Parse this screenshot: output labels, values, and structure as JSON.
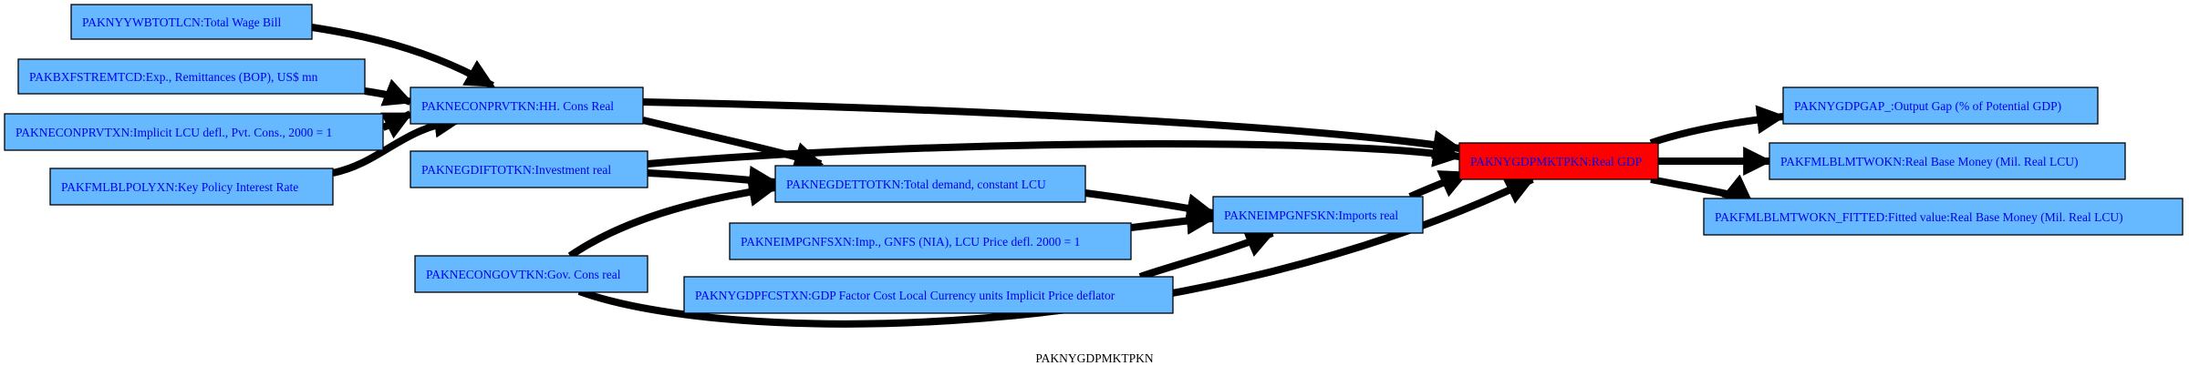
{
  "graph": {
    "caption": "PAKNYGDPMKTPKN",
    "colors": {
      "node_fill": "#66b8ff",
      "highlight_fill": "#ff0000",
      "node_text": "#0000ee",
      "edge": "#000000"
    },
    "nodes": [
      {
        "id": "wage",
        "label": "PAKNYYWBTOTLCN:Total Wage Bill"
      },
      {
        "id": "remit",
        "label": "PAKBXFSTREMTCD:Exp., Remittances (BOP), US$ mn"
      },
      {
        "id": "defl",
        "label": "PAKNECONPRVTXN:Implicit LCU defl., Pvt. Cons., 2000 = 1"
      },
      {
        "id": "policy",
        "label": "PAKFMLBLPOLYXN:Key Policy Interest Rate"
      },
      {
        "id": "hh",
        "label": "PAKNECONPRVTKN:HH. Cons Real"
      },
      {
        "id": "inv",
        "label": "PAKNEGDIFTOTKN:Investment real"
      },
      {
        "id": "gov",
        "label": "PAKNECONGOVTKN:Gov. Cons real"
      },
      {
        "id": "td",
        "label": "PAKNEGDETTOTKN:Total demand, constant LCU"
      },
      {
        "id": "impd",
        "label": "PAKNEIMPGNFSXN:Imp., GNFS (NIA), LCU Price defl. 2000 = 1"
      },
      {
        "id": "gdpfc",
        "label": "PAKNYGDPFCSTXN:GDP Factor Cost Local Currency units Implicit Price deflator"
      },
      {
        "id": "imp",
        "label": "PAKNEIMPGNFSKN:Imports real"
      },
      {
        "id": "gdp",
        "label": "PAKNYGDPMKTPKN:Real GDP",
        "highlight": true
      },
      {
        "id": "gap",
        "label": "PAKNYGDPGAP_:Output Gap (% of Potential GDP)"
      },
      {
        "id": "money",
        "label": "PAKFMLBLMTWOKN:Real Base Money (Mil. Real LCU)"
      },
      {
        "id": "fitted",
        "label": "PAKFMLBLMTWOKN_FITTED:Fitted value:Real Base Money (Mil. Real LCU)"
      }
    ],
    "edges": [
      {
        "from": "wage",
        "to": "hh"
      },
      {
        "from": "remit",
        "to": "hh"
      },
      {
        "from": "defl",
        "to": "hh"
      },
      {
        "from": "policy",
        "to": "hh"
      },
      {
        "from": "hh",
        "to": "gdp"
      },
      {
        "from": "hh",
        "to": "td"
      },
      {
        "from": "inv",
        "to": "gdp"
      },
      {
        "from": "inv",
        "to": "td"
      },
      {
        "from": "gov",
        "to": "td"
      },
      {
        "from": "gov",
        "to": "gdp"
      },
      {
        "from": "td",
        "to": "imp"
      },
      {
        "from": "impd",
        "to": "imp"
      },
      {
        "from": "gdpfc",
        "to": "imp"
      },
      {
        "from": "imp",
        "to": "gdp"
      },
      {
        "from": "gdp",
        "to": "gap"
      },
      {
        "from": "gdp",
        "to": "money"
      },
      {
        "from": "gdp",
        "to": "fitted"
      }
    ]
  }
}
